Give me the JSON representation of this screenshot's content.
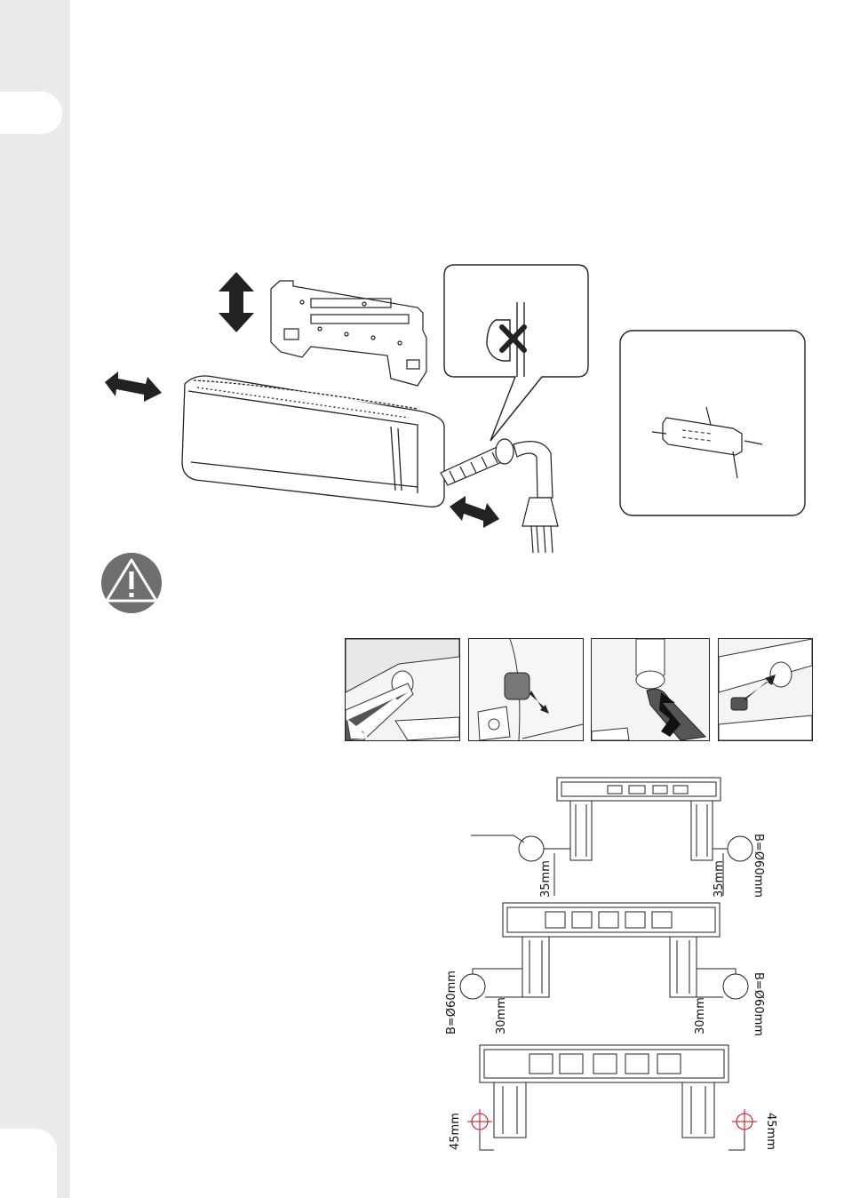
{
  "page": {
    "accent_colors": {
      "sidebar": "#ebebeb",
      "warning_icon": "#6e6e6e"
    }
  },
  "figures": {
    "installation_overview": {
      "icons": [
        "mounting-plate",
        "indoor-unit",
        "double-arrow-icon",
        "piping-callout",
        "cross-icon",
        "pipe-detail-callout"
      ]
    },
    "warning": {
      "icon": "warning-triangle-icon"
    },
    "pipe_steps": {
      "count": 4
    },
    "mounting_plate_diagrams": [
      {
        "hole_label_right": "B=Ø60mm",
        "offset_left": "35mm",
        "offset_right": "35mm"
      },
      {
        "hole_label_left": "B=Ø60mm",
        "hole_label_right": "B=Ø60mm",
        "offset_left": "30mm",
        "offset_right": "30mm"
      },
      {
        "offset_left": "45mm",
        "offset_right": "45mm"
      }
    ]
  }
}
